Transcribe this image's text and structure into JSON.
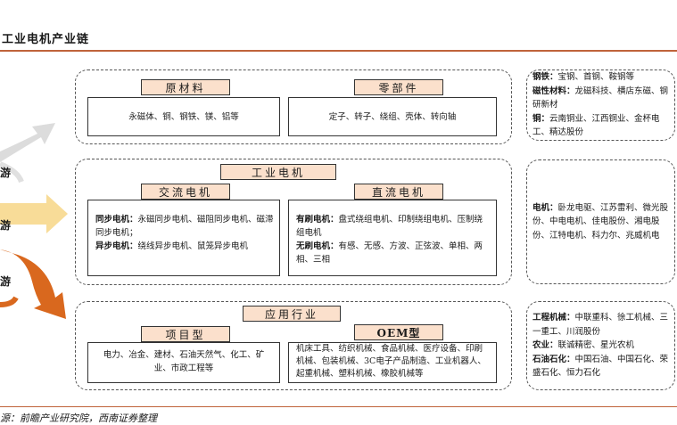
{
  "title": "工业电机产业链",
  "source": "源：前瞻产业研究院，西南证券整理",
  "stages": [
    "游",
    "游",
    "游"
  ],
  "upstream": {
    "raw_materials": {
      "label": "原材料",
      "content": "永磁体、铜、钢铁、镁、铝等"
    },
    "components": {
      "label": "零部件",
      "content": "定子、转子、绕组、壳体、转向轴"
    },
    "companies": [
      {
        "key": "钢铁：",
        "value": "宝钢、首钢、鞍钢等"
      },
      {
        "key": "磁性材料：",
        "value": "龙磁科技、横店东磁、钢研新材"
      },
      {
        "key": "铜：",
        "value": "云南铜业、江西铜业、金杯电工、精达股份"
      }
    ]
  },
  "midstream": {
    "label": "工业电机",
    "ac": {
      "label": "交流电机",
      "items": [
        {
          "key": "同步电机：",
          "value": "永磁同步电机、磁阻同步电机、磁滞同步电机；"
        },
        {
          "key": "异步电机：",
          "value": "绕线异步电机、鼠笼异步电机"
        }
      ]
    },
    "dc": {
      "label": "直流电机",
      "items": [
        {
          "key": "有刷电机：",
          "value": "盘式绕组电机、印制绕组电机、压制绕组电机"
        },
        {
          "key": "无刷电机：",
          "value": "有感、无感、方波、正弦波、单相、两相、三相"
        }
      ]
    },
    "companies": {
      "key": "电机：",
      "value": "卧龙电驱、江苏雷利、微光股份、中电电机、佳电股份、湘电股份、江特电机、科力尔、兆威机电"
    }
  },
  "downstream": {
    "label": "应用行业",
    "project": {
      "label": "项目型",
      "content": "电力、冶金、建材、石油天然气、化工、矿业、市政工程等"
    },
    "oem": {
      "label": "OEM型",
      "content": "机床工具、纺织机械、食品机械、医疗设备、印刷机械、包装机械、3C电子产品制造、工业机器人、起重机械、塑料机械、橡胶机械等"
    },
    "companies": [
      {
        "key": "工程机械：",
        "value": "中联重科、徐工机械、三一重工、川润股份"
      },
      {
        "key": "农业：",
        "value": "联诚精密、星光农机"
      },
      {
        "key": "石油石化：",
        "value": "中国石油、中国石化、荣盛石化、恒力石化"
      }
    ]
  },
  "colors": {
    "accent": "#c0633a",
    "label_fill": "#fbe0cc",
    "arrow_gray": "#dcdcdc",
    "arrow_yellow": "#f8dc98",
    "arrow_orange": "#d9681e"
  }
}
